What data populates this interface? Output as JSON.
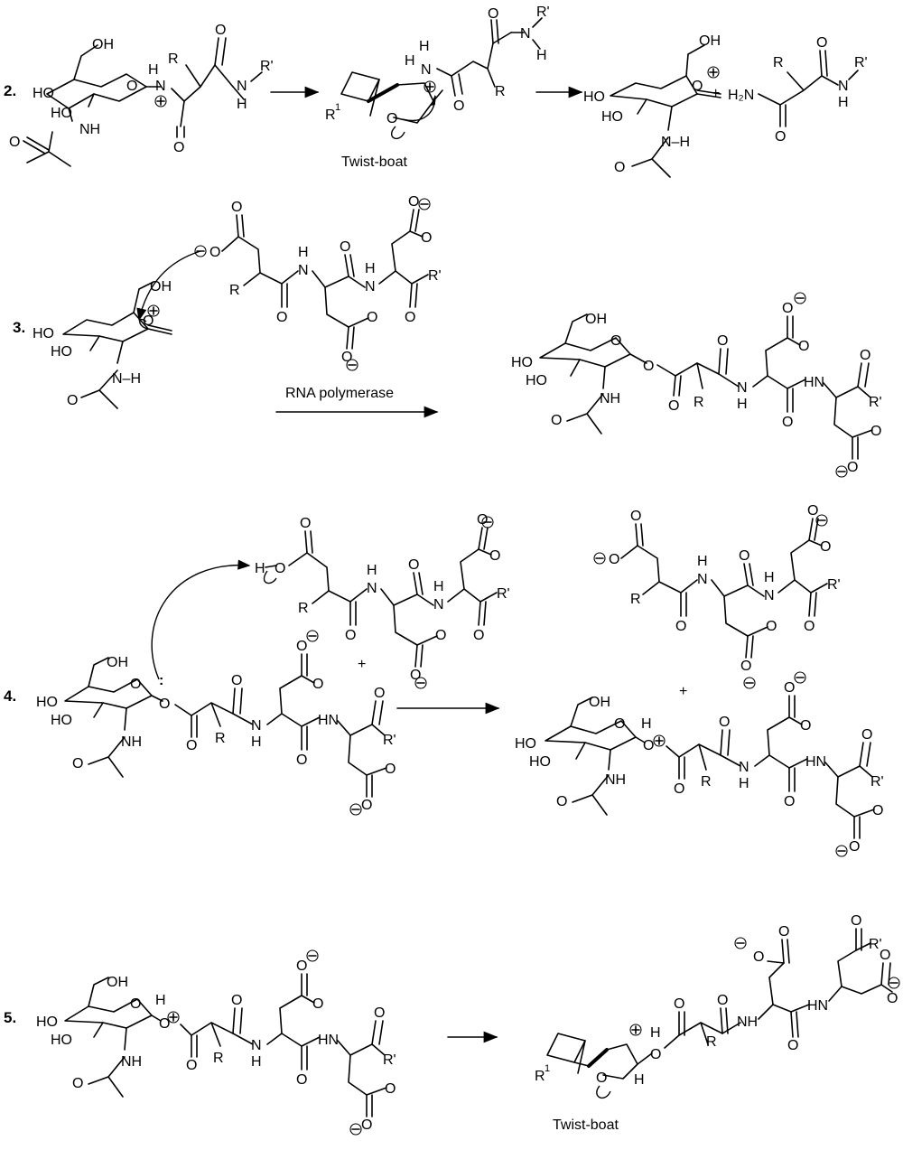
{
  "steps": [
    {
      "number": "2."
    },
    {
      "number": "3."
    },
    {
      "number": "4."
    },
    {
      "number": "5."
    }
  ],
  "conditions": {
    "twist_boat_1": "Twist-boat",
    "rna_polymerase": "RNA polymerase",
    "twist_boat_2": "Twist-boat"
  },
  "atoms": {
    "OH": "OH",
    "HO": "HO",
    "O": "O",
    "N": "N",
    "H": "H",
    "NH": "NH",
    "HN": "HN",
    "R": "R",
    "Rp": "R'",
    "R1": "R",
    "sup1": "1",
    "H2N": "H₂N",
    "NH_dash": "N–H",
    "plus": "+",
    "lone_pair": ":"
  }
}
